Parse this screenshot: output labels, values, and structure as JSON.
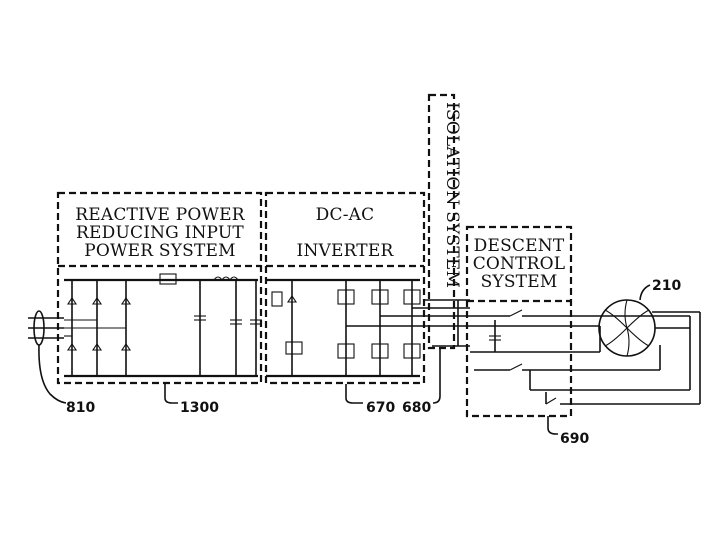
{
  "blocks": {
    "reactive_power": {
      "lines": [
        "REACTIVE POWER",
        "REDUCING INPUT",
        "POWER SYSTEM"
      ]
    },
    "inverter": {
      "line1": "DC-AC",
      "line2": "INVERTER"
    },
    "isolation": {
      "label": "ISOLATION SYSTEM"
    },
    "descent": {
      "lines": [
        "DESCENT",
        "CONTROL",
        "SYSTEM"
      ]
    }
  },
  "refs": {
    "input": "810",
    "reactive": "1300",
    "inverter": "670",
    "isolation": "680",
    "descent": "690",
    "motor": "210"
  }
}
